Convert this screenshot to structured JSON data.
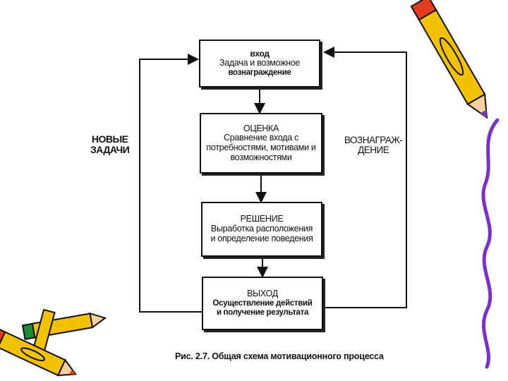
{
  "diagram": {
    "boxes": [
      {
        "id": "input",
        "heading": "вход",
        "lines": [
          "Задача и возможное",
          "вознаграждение"
        ]
      },
      {
        "id": "evaluation",
        "heading": "ОЦЕНКА",
        "lines": [
          "Сравнение входа с",
          "потребностями, мотивами и",
          "возможностями"
        ]
      },
      {
        "id": "decision",
        "heading": "РЕШЕНИЕ",
        "lines": [
          "Выработка расположения",
          "и определение поведения"
        ]
      },
      {
        "id": "output",
        "heading": "ВЫХОД",
        "lines": [
          "Осуществление действий",
          "и получение результата"
        ]
      }
    ],
    "left_feedback_label": [
      "НОВЫЕ",
      "ЗАДАЧИ"
    ],
    "right_feedback_label": [
      "ВОЗНАГРАЖ-",
      "ДЕНИЕ"
    ],
    "caption": "Рис. 2.7. Общая схема мотивационного процесса"
  },
  "decorations": {
    "pencil_colors": [
      "#f2c200",
      "#e23b1e",
      "#7a3fb8",
      "#1f8a3a"
    ],
    "wavy_line_color": "#7b2fd0"
  }
}
